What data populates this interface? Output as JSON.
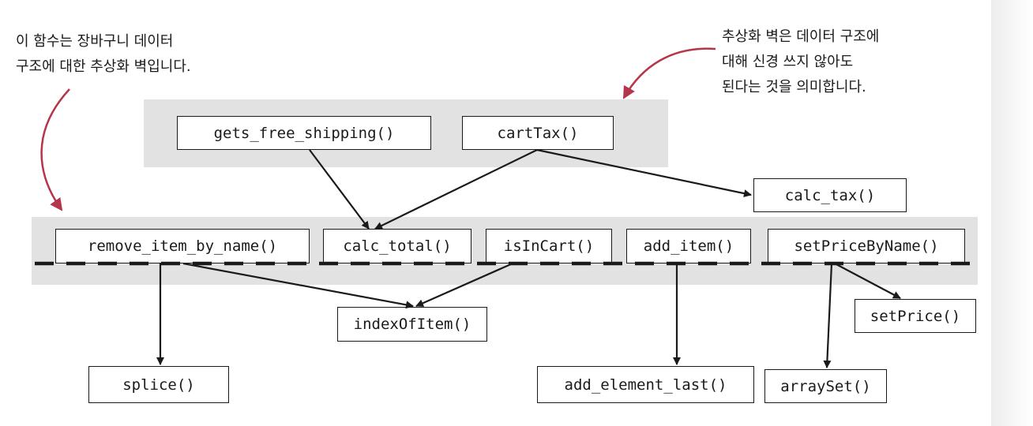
{
  "diagram": {
    "notes": {
      "left": [
        "이 함수는 장바구니 데이터",
        "구조에 대한 추상화 벽입니다."
      ],
      "right": [
        "추상화 벽은 데이터 구조에",
        "대해 신경 쓰지 않아도",
        "된다는 것을 의미합니다."
      ]
    },
    "functions": {
      "gets_free_shipping": "gets_free_shipping()",
      "cartTax": "cartTax()",
      "calc_tax": "calc_tax()",
      "remove_item_by_name": "remove_item_by_name()",
      "calc_total": "calc_total()",
      "isInCart": "isInCart()",
      "add_item": "add_item()",
      "setPriceByName": "setPriceByName()",
      "indexOfItem": "indexOfItem()",
      "setPrice": "setPrice()",
      "splice": "splice()",
      "add_element_last": "add_element_last()",
      "arraySet": "arraySet()"
    },
    "edges": [
      {
        "from": "gets_free_shipping",
        "to": "calc_total"
      },
      {
        "from": "cartTax",
        "to": "calc_total"
      },
      {
        "from": "cartTax",
        "to": "calc_tax"
      },
      {
        "from": "remove_item_by_name",
        "to": "splice"
      },
      {
        "from": "remove_item_by_name",
        "to": "indexOfItem"
      },
      {
        "from": "isInCart",
        "to": "indexOfItem"
      },
      {
        "from": "add_item",
        "to": "add_element_last"
      },
      {
        "from": "setPriceByName",
        "to": "arraySet"
      },
      {
        "from": "setPriceByName",
        "to": "setPrice"
      }
    ],
    "colors": {
      "band": "#e2e2e2",
      "ink": "#1a1a1a",
      "callout_arrow": "#b5354a"
    }
  }
}
